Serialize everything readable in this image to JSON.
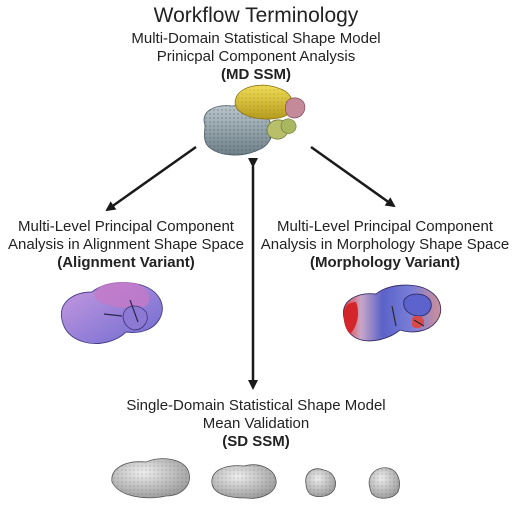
{
  "title": "Workflow Terminology",
  "md": {
    "line1": "Multi-Domain Statistical Shape Model",
    "line2": "Prinicpal Component Analysis",
    "abbr": "(MD SSM)"
  },
  "alignment": {
    "line1": "Multi-Level Principal Component",
    "line2": "Analysis in Alignment Shape Space",
    "abbr": "(Alignment Variant)"
  },
  "morphology": {
    "line1": "Multi-Level Principal Component",
    "line2": "Analysis in Morphology Shape Space",
    "abbr": "(Morphology Variant)"
  },
  "sd": {
    "line1": "Single-Domain Statistical Shape Model",
    "line2": "Mean Validation",
    "abbr": "(SD SSM)"
  },
  "colors": {
    "arrow": "#1a1a1a",
    "mesh": "#8a9ba3",
    "yellow": "#d8c02e",
    "pink": "#c58a9a",
    "green": "#b7bf6a",
    "purple": "#9b7fd6",
    "magenta": "#c27ac8",
    "red": "#d2262a",
    "blue": "#6f6ad2"
  }
}
